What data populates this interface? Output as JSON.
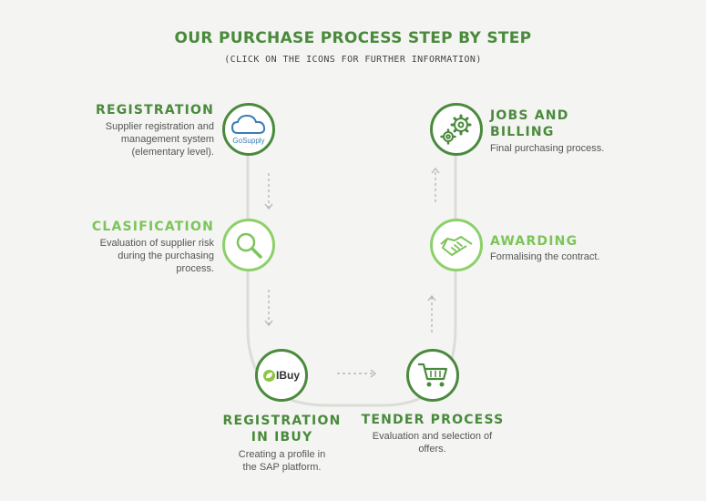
{
  "header": {
    "title": "OUR PURCHASE PROCESS STEP BY STEP",
    "subtitle": "(CLICK ON THE ICONS FOR FURTHER INFORMATION)"
  },
  "colors": {
    "dark_green": "#4a8a3c",
    "light_green": "#7cc45a",
    "track": "#d9d9d6"
  },
  "steps": {
    "registration": {
      "title": "REGISTRATION",
      "desc": [
        "Supplier registration and",
        "management system",
        "(elementary level)."
      ],
      "icon": "cloud-icon",
      "icon_text": "GoSupply"
    },
    "clasification": {
      "title": "CLASIFICATION",
      "desc": [
        "Evaluation of supplier risk",
        "during the purchasing",
        "process."
      ],
      "icon": "magnifier-icon"
    },
    "ibuy": {
      "title": [
        "REGISTRATION",
        "IN IBUY"
      ],
      "desc": [
        "Creating a profile in",
        "the SAP platform."
      ],
      "icon": "ibuy-logo",
      "icon_text": "IBuy"
    },
    "tender": {
      "title": "TENDER PROCESS",
      "desc": [
        "Evaluation and selection of",
        "offers."
      ],
      "icon": "cart-icon"
    },
    "awarding": {
      "title": "AWARDING",
      "desc": [
        "Formalising the contract."
      ],
      "icon": "handshake-icon"
    },
    "jobs": {
      "title": [
        "JOBS AND",
        "BILLING"
      ],
      "desc": [
        "Final purchasing process."
      ],
      "icon": "gears-icon"
    }
  }
}
